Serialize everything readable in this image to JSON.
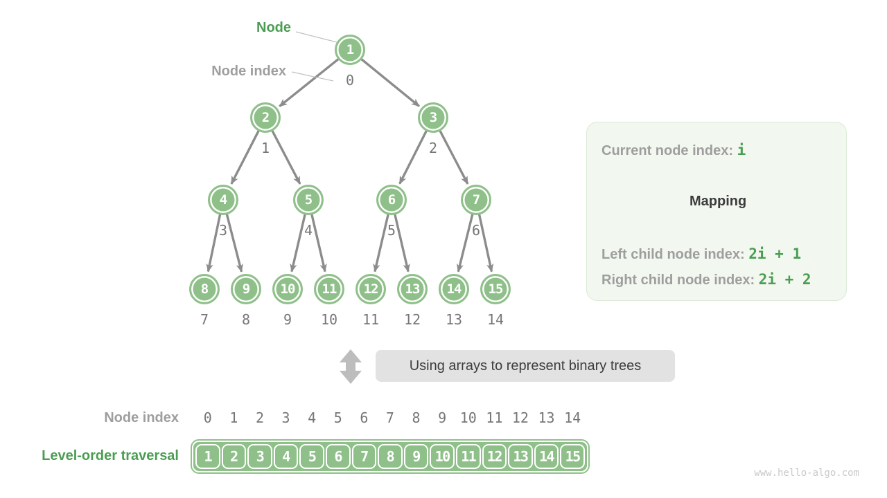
{
  "tree": {
    "node_callout": "Node",
    "index_callout": "Node index",
    "node_values": [
      "1",
      "2",
      "3",
      "4",
      "5",
      "6",
      "7",
      "8",
      "9",
      "10",
      "11",
      "12",
      "13",
      "14",
      "15"
    ],
    "index_values": [
      "0",
      "1",
      "2",
      "3",
      "4",
      "5",
      "6",
      "7",
      "8",
      "9",
      "10",
      "11",
      "12",
      "13",
      "14"
    ]
  },
  "mapping_panel": {
    "current_label": "Current node index",
    "current_separator": ": ",
    "current_value": "i",
    "mapping_label": "Mapping",
    "left_label": "Left child node index",
    "left_separator": ": ",
    "left_value": "2i + 1",
    "right_label": "Right child node index",
    "right_separator": ": ",
    "right_value": "2i + 2"
  },
  "caption": "Using arrays to represent binary trees",
  "bottom": {
    "index_row_label": "Node index",
    "traversal_row_label": "Level-order traversal",
    "index_values": [
      "0",
      "1",
      "2",
      "3",
      "4",
      "5",
      "6",
      "7",
      "8",
      "9",
      "10",
      "11",
      "12",
      "13",
      "14"
    ],
    "traversal_values": [
      "1",
      "2",
      "3",
      "4",
      "5",
      "6",
      "7",
      "8",
      "9",
      "10",
      "11",
      "12",
      "13",
      "14",
      "15"
    ]
  },
  "watermark": "www.hello-algo.com",
  "colors": {
    "node_green": "#8FC08A",
    "text_green": "#4A9D52",
    "label_gray": "#9E9E9E",
    "number_gray": "#767676",
    "arrow_gray": "#8C8C8C",
    "double_arrow_gray": "#BDBDBD",
    "panel_bg": "#F2F7F0",
    "panel_border": "#DCEAD6",
    "caption_bg": "#E2E2E2"
  }
}
